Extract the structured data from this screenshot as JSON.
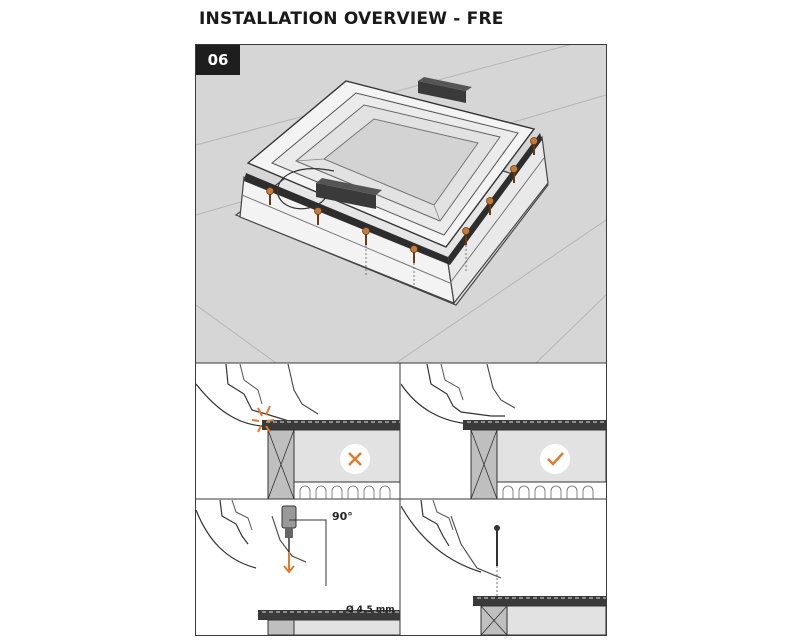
{
  "header": {
    "title": "INSTALLATION OVERVIEW - FRE"
  },
  "step": {
    "number": "06"
  },
  "details": {
    "angle_label": "90°",
    "screw_diameter_label": "Ø 4.5 mm"
  },
  "colors": {
    "roof": "#d9d9d9",
    "accent": "#e07a2f",
    "dark": "#333333",
    "frame_light": "#f2f2f2"
  },
  "icons": {
    "wrong": "x-icon",
    "correct": "check-icon"
  }
}
